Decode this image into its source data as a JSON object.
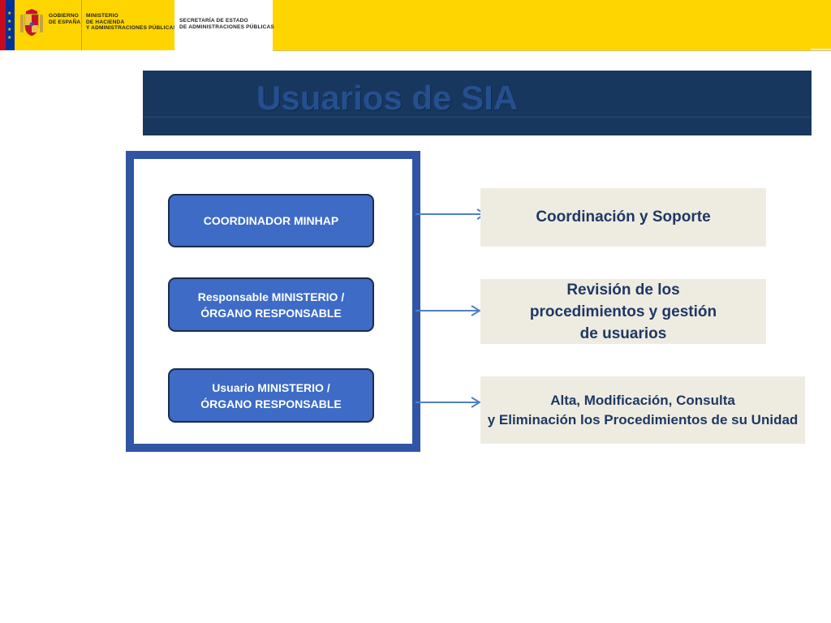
{
  "header": {
    "gobierno_lines": [
      "GOBIERNO",
      "DE ESPAÑA"
    ],
    "ministerio_lines": [
      "MINISTERIO",
      "DE HACIENDA",
      "Y ADMINISTRACIONES PÚBLICAS"
    ],
    "secretaria_lines": [
      "SECRETARÍA DE ESTADO",
      "DE ADMINISTRACIONES PÚBLICAS"
    ],
    "colors": {
      "band": "#ffd500",
      "flag_red": "#c60b1e",
      "flag_blue": "#003399"
    }
  },
  "title": "Usuarios de SIA",
  "roles": [
    {
      "lines": [
        "COORDINADOR MINHAP"
      ]
    },
    {
      "lines": [
        "Responsable MINISTERIO /",
        "ÓRGANO RESPONSABLE"
      ]
    },
    {
      "lines": [
        "Usuario MINISTERIO /",
        "ÓRGANO RESPONSABLE"
      ]
    }
  ],
  "descriptions": [
    {
      "lines": [
        "Coordinación y Soporte"
      ]
    },
    {
      "lines": [
        "Revisión de los",
        "procedimientos y gestión",
        "de usuarios"
      ]
    },
    {
      "lines": [
        "Alta, Modificación, Consulta",
        "y Eliminación los Procedimientos de su Unidad"
      ]
    }
  ],
  "colors": {
    "title_banner": "#17375e",
    "title_text": "#254f8f",
    "frame_border": "#2f55a4",
    "role_fill": "#3d6bc6",
    "desc_fill": "#eeece1",
    "desc_text": "#1f3864",
    "arrow": "#4f7fc7"
  },
  "icons": [
    "coat-of-arms-icon",
    "flag-stripe-icon",
    "arrow-right-icon"
  ]
}
